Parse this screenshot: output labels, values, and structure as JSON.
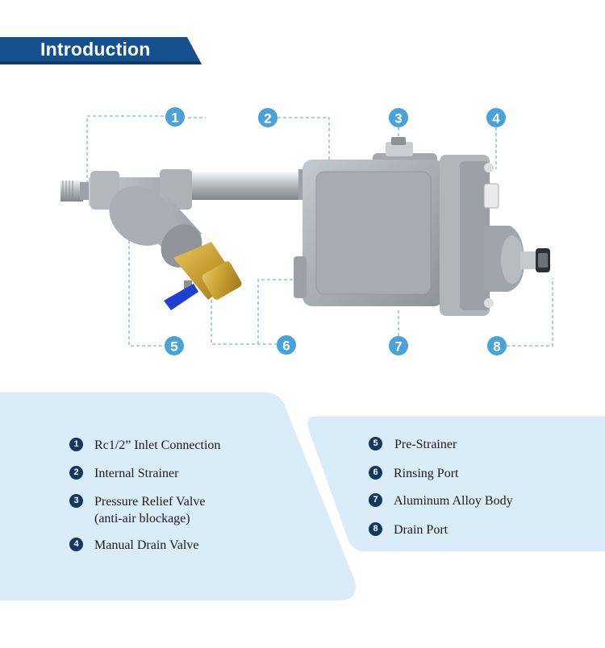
{
  "header": {
    "title": "Introduction"
  },
  "colors": {
    "accent": "#15508e",
    "accent_dark": "#0f3a6d",
    "callout": "#4aa2d8",
    "panel": "#daecf8",
    "badge": "#14385f"
  },
  "callouts": [
    "1",
    "2",
    "3",
    "4",
    "5",
    "6",
    "7",
    "8"
  ],
  "components": [
    {
      "num": "1",
      "label": "Rc1/2” Inlet Connection",
      "sublabel": ""
    },
    {
      "num": "2",
      "label": "Internal Strainer",
      "sublabel": ""
    },
    {
      "num": "3",
      "label": "Pressure Relief Valve",
      "sublabel": "(anti-air blockage)"
    },
    {
      "num": "4",
      "label": "Manual Drain Valve",
      "sublabel": ""
    },
    {
      "num": "5",
      "label": "Pre-Strainer",
      "sublabel": ""
    },
    {
      "num": "6",
      "label": "Rinsing Port",
      "sublabel": ""
    },
    {
      "num": "7",
      "label": "Aluminum Alloy Body",
      "sublabel": ""
    },
    {
      "num": "8",
      "label": "Drain Port",
      "sublabel": ""
    }
  ]
}
